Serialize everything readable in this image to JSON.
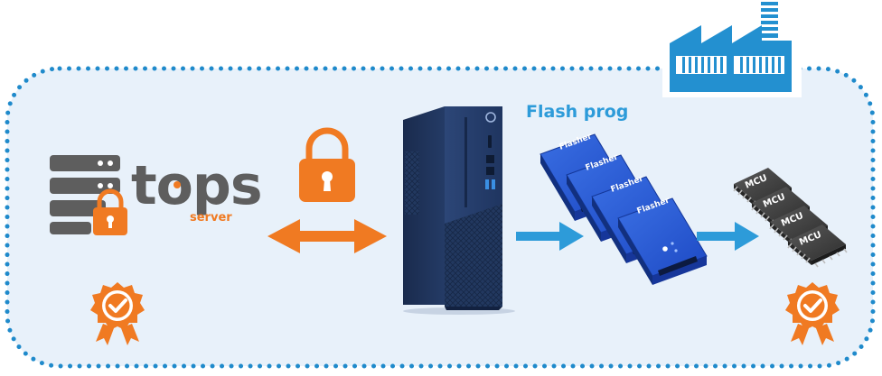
{
  "logo": {
    "wordmark": "tops",
    "sub": "server",
    "icon": "server-lock-icon"
  },
  "flash_label": "Flash prog",
  "flasher_label": "Flasher",
  "mcu_label": "MCU",
  "icons": {
    "lock": "padlock-icon",
    "bidirectional_arrow": "double-arrow-icon",
    "pc": "desktop-pc-tower-icon",
    "arrow": "right-arrow-icon",
    "factory": "factory-icon",
    "badge": "certified-badge-icon"
  },
  "colors": {
    "orange": "#F07A22",
    "blue_arrow": "#2D9BD9",
    "factory_blue": "#2390D0",
    "dotted_border": "#1F8ACB",
    "panel_bg": "#E8F1FA",
    "logo_gray": "#5E5E5E",
    "flasher_blue": "#1D4DC9",
    "pc_navy": "#253B66"
  }
}
